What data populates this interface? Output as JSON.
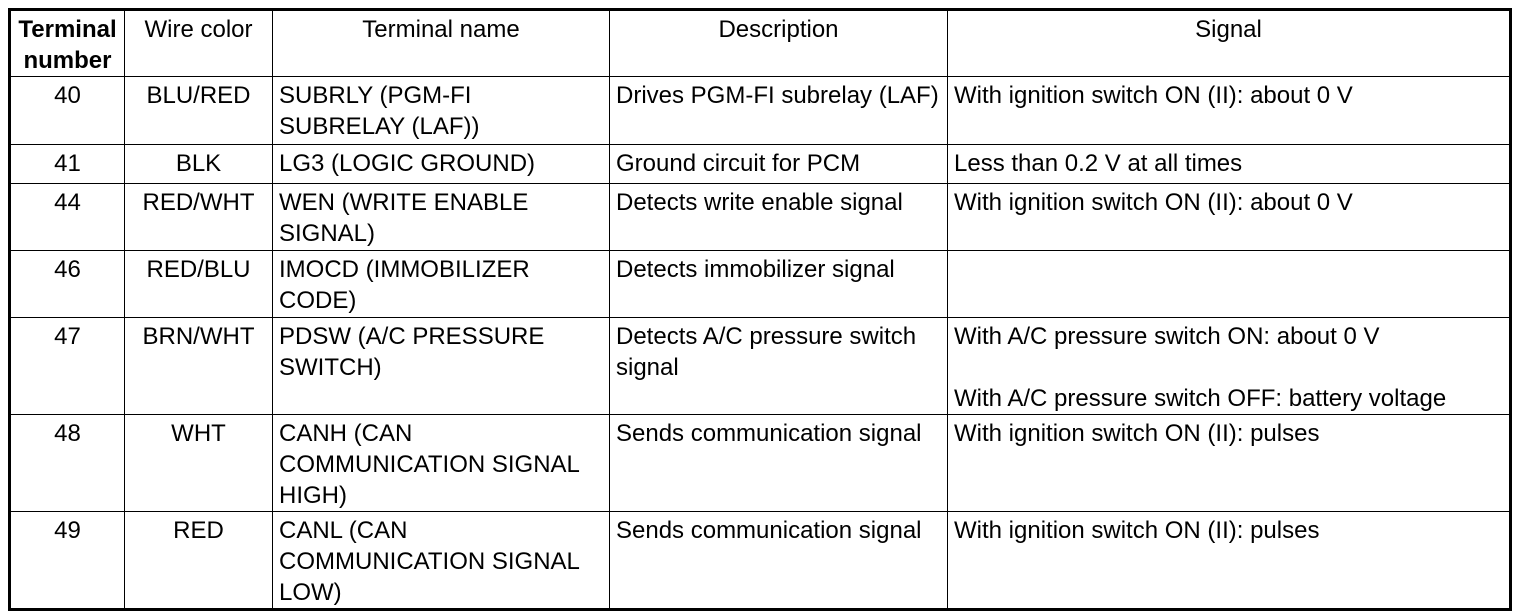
{
  "table": {
    "columns": [
      {
        "key": "terminal_number",
        "label": "Terminal\nnumber",
        "label_line1": "Terminal",
        "label_line2": "number",
        "bold": true
      },
      {
        "key": "wire_color",
        "label": "Wire color",
        "bold": false
      },
      {
        "key": "terminal_name",
        "label": "Terminal name",
        "bold": false
      },
      {
        "key": "description",
        "label": "Description",
        "bold": false
      },
      {
        "key": "signal",
        "label": "Signal",
        "bold": false
      }
    ],
    "rows": [
      {
        "terminal_number": "40",
        "wire_color": "BLU/RED",
        "terminal_name": "SUBRLY (PGM-FI SUBRELAY (LAF))",
        "description": "Drives PGM-FI subrelay (LAF)",
        "signal": "With ignition switch ON (II): about 0 V",
        "signal_extra": ""
      },
      {
        "terminal_number": "41",
        "wire_color": "BLK",
        "terminal_name": "LG3 (LOGIC GROUND)",
        "description": "Ground circuit for PCM",
        "signal": "Less than 0.2 V at all times",
        "signal_extra": ""
      },
      {
        "terminal_number": "44",
        "wire_color": "RED/WHT",
        "terminal_name": "WEN (WRITE ENABLE SIGNAL)",
        "description": "Detects write enable signal",
        "signal": "With ignition switch ON (II): about 0 V",
        "signal_extra": ""
      },
      {
        "terminal_number": "46",
        "wire_color": "RED/BLU",
        "terminal_name": "IMOCD (IMMOBILIZER CODE)",
        "description": "Detects immobilizer signal",
        "signal": "",
        "signal_extra": ""
      },
      {
        "terminal_number": "47",
        "wire_color": "BRN/WHT",
        "terminal_name": "PDSW (A/C PRESSURE SWITCH)",
        "description": "Detects A/C pressure switch signal",
        "signal": "With A/C pressure switch ON: about 0 V",
        "signal_extra": "With A/C pressure switch OFF: battery voltage"
      },
      {
        "terminal_number": "48",
        "wire_color": "WHT",
        "terminal_name": "CANH (CAN COMMUNICATION SIGNAL HIGH)",
        "description": "Sends communication signal",
        "signal": "With ignition switch ON (II): pulses",
        "signal_extra": ""
      },
      {
        "terminal_number": "49",
        "wire_color": "RED",
        "terminal_name": "CANL (CAN COMMUNICATION SIGNAL LOW)",
        "description": "Sends communication signal",
        "signal": "With ignition switch ON (II): pulses",
        "signal_extra": ""
      }
    ]
  },
  "colors": {
    "border": "#000000",
    "text": "#000000",
    "background": "#ffffff"
  }
}
